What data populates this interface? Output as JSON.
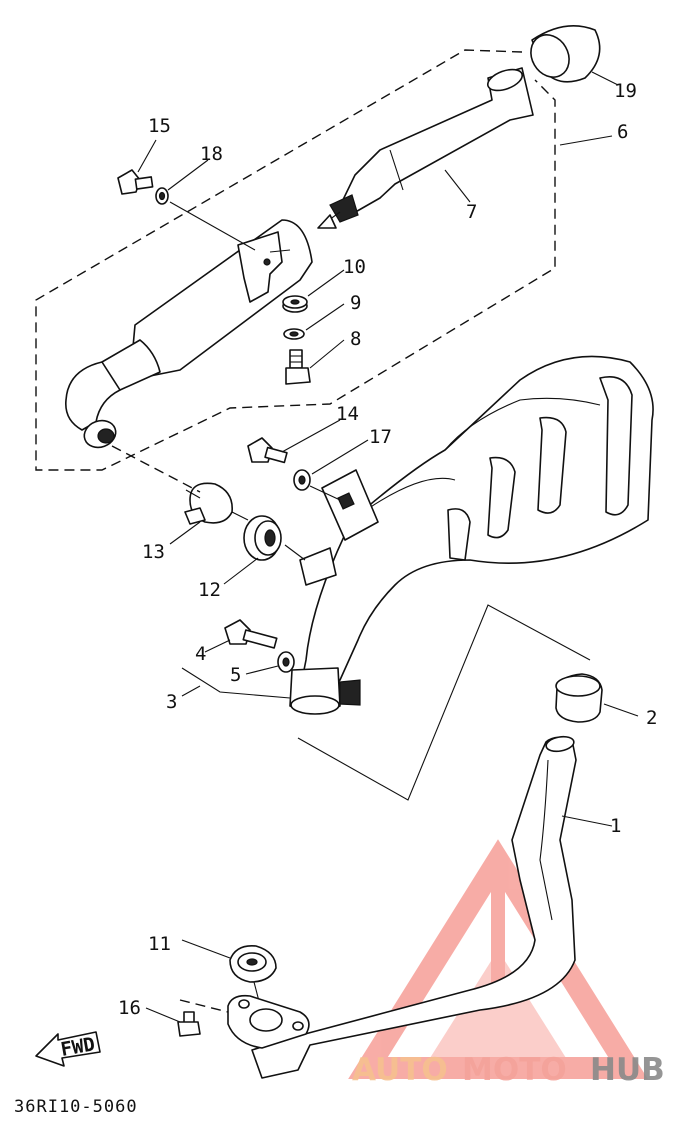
{
  "callouts": {
    "c1": "1",
    "c2": "2",
    "c3": "3",
    "c4": "4",
    "c5": "5",
    "c6": "6",
    "c7": "7",
    "c8": "8",
    "c9": "9",
    "c10": "10",
    "c11": "11",
    "c12": "12",
    "c13": "13",
    "c14": "14",
    "c15": "15",
    "c16": "16",
    "c17": "17",
    "c18": "18",
    "c19": "19"
  },
  "fwd_label": "FWD",
  "drawing_code": "36RI10-5060",
  "watermark": {
    "part1": "AUTO",
    "part2": "MOTO",
    "part3": "HUB"
  },
  "colors": {
    "line": "#111111",
    "watermark_red": "#f26a5e",
    "watermark_orange": "#f6c08f",
    "watermark_gray": "#8a8a8a"
  }
}
